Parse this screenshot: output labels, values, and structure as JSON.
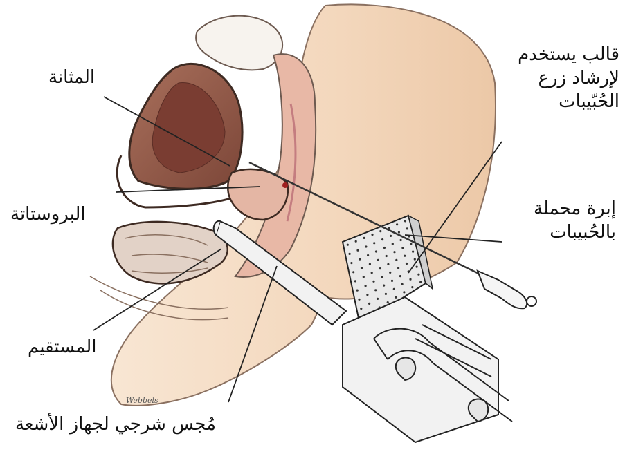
{
  "labels": {
    "bladder": "المثانة",
    "prostate": "البروستاتة",
    "rectum": "المستقيم",
    "ultrasound_probe": "مُجس شرجي لجهاز الأشعة",
    "template": [
      "قالب يستخدم",
      "لإرشاد زرع",
      "الحُبّيبات"
    ],
    "seed_needle": [
      "إبرة محملة",
      "بالحُبيبات"
    ]
  },
  "artist_signature": "Webbels"
}
